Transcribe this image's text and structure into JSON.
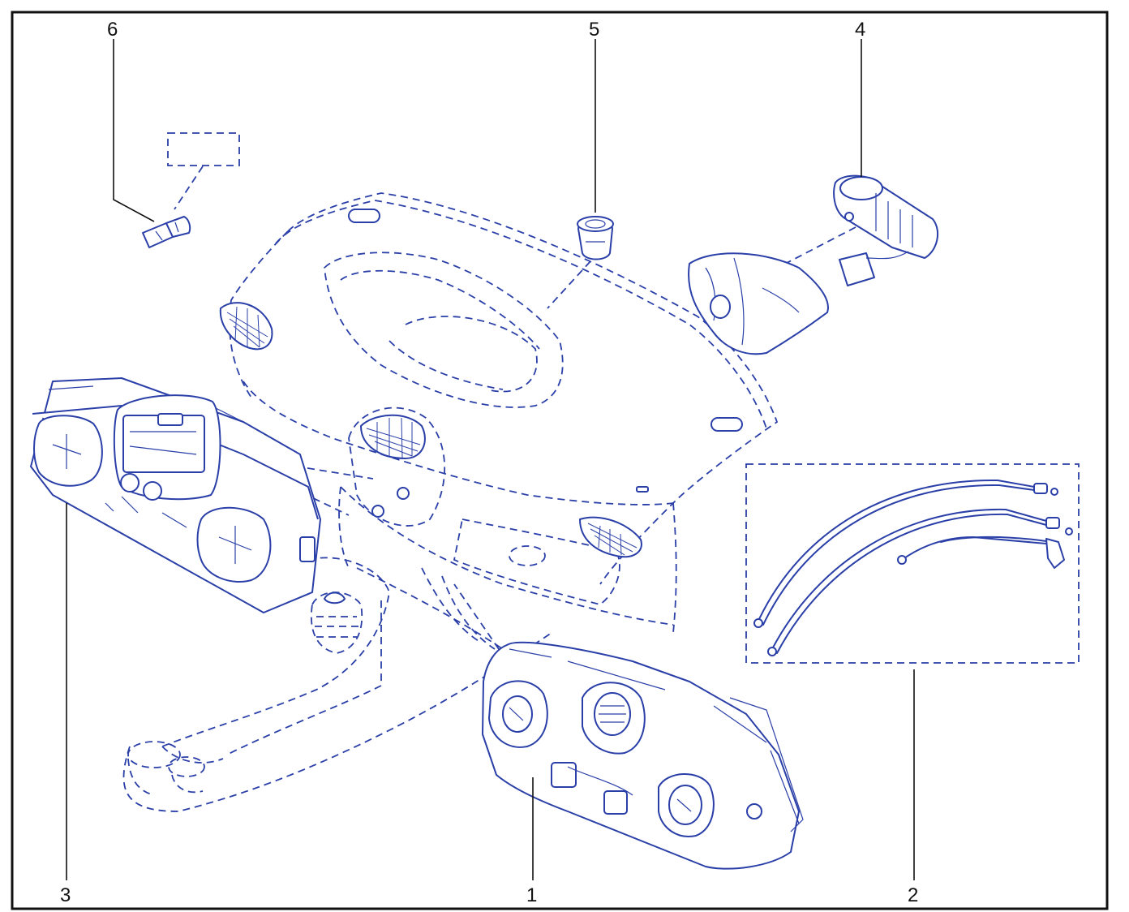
{
  "callouts": {
    "c1": "1",
    "c2": "2",
    "c3": "3",
    "c4": "4",
    "c5": "5",
    "c6": "6"
  },
  "colors": {
    "line_art": "#2a3fa8",
    "callout_text": "#111111",
    "frame": "#111111"
  }
}
